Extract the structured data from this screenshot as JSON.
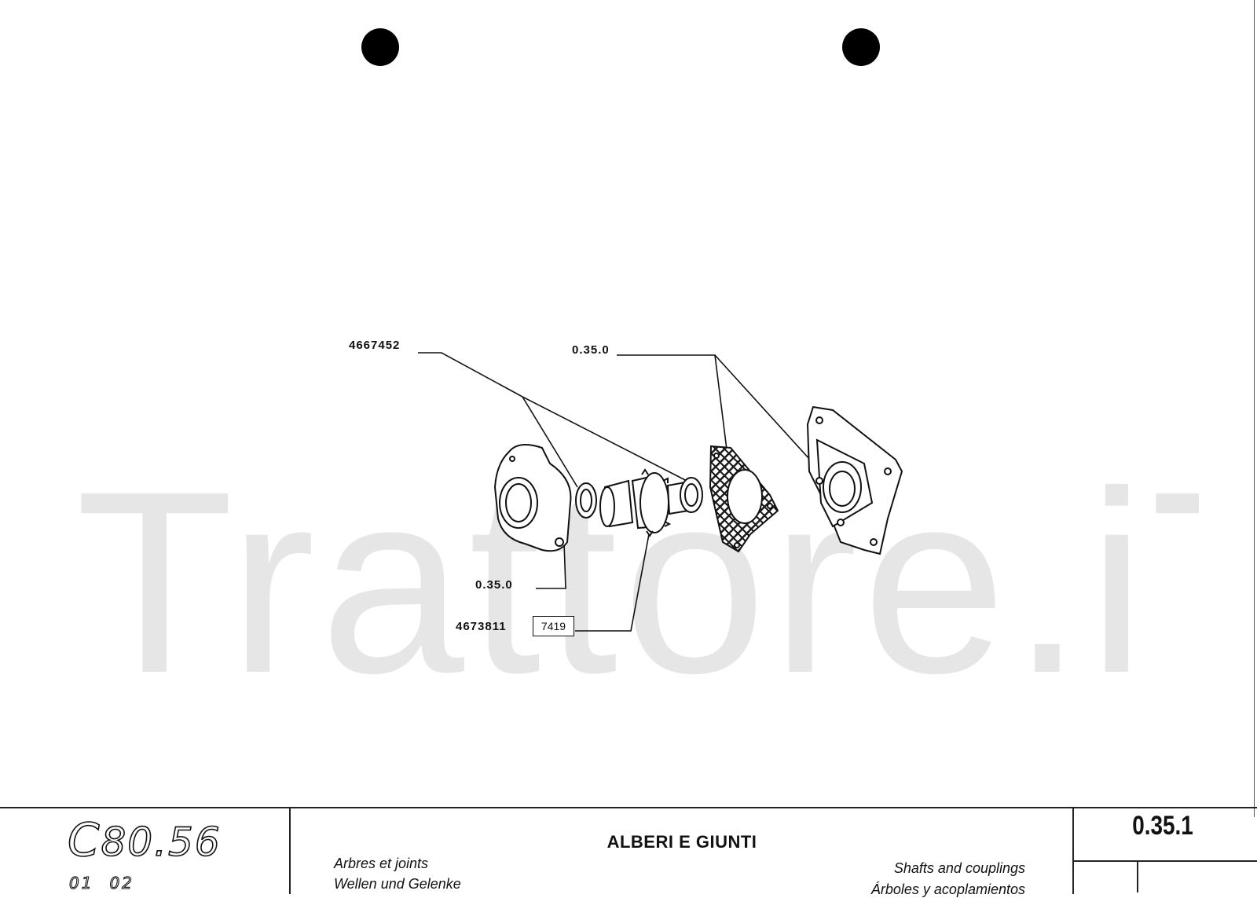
{
  "diagram": {
    "callouts": {
      "part_top_left": "4667452",
      "ref_top": "0.35.0",
      "ref_bottom": "0.35.0",
      "part_bottom": "4673811",
      "box_code": "7419"
    },
    "watermark": "Trattore.iT"
  },
  "title_block": {
    "model": "C80.56",
    "model_first": "C",
    "model_rest": "80.56",
    "variants": [
      "01",
      "02"
    ],
    "title_it": "ALBERI E GIUNTI",
    "title_fr": "Arbres et joints",
    "title_de": "Wellen und Gelenke",
    "title_en": "Shafts and couplings",
    "title_es": "Árboles y acoplamientos",
    "page_number": "0.35.1"
  }
}
